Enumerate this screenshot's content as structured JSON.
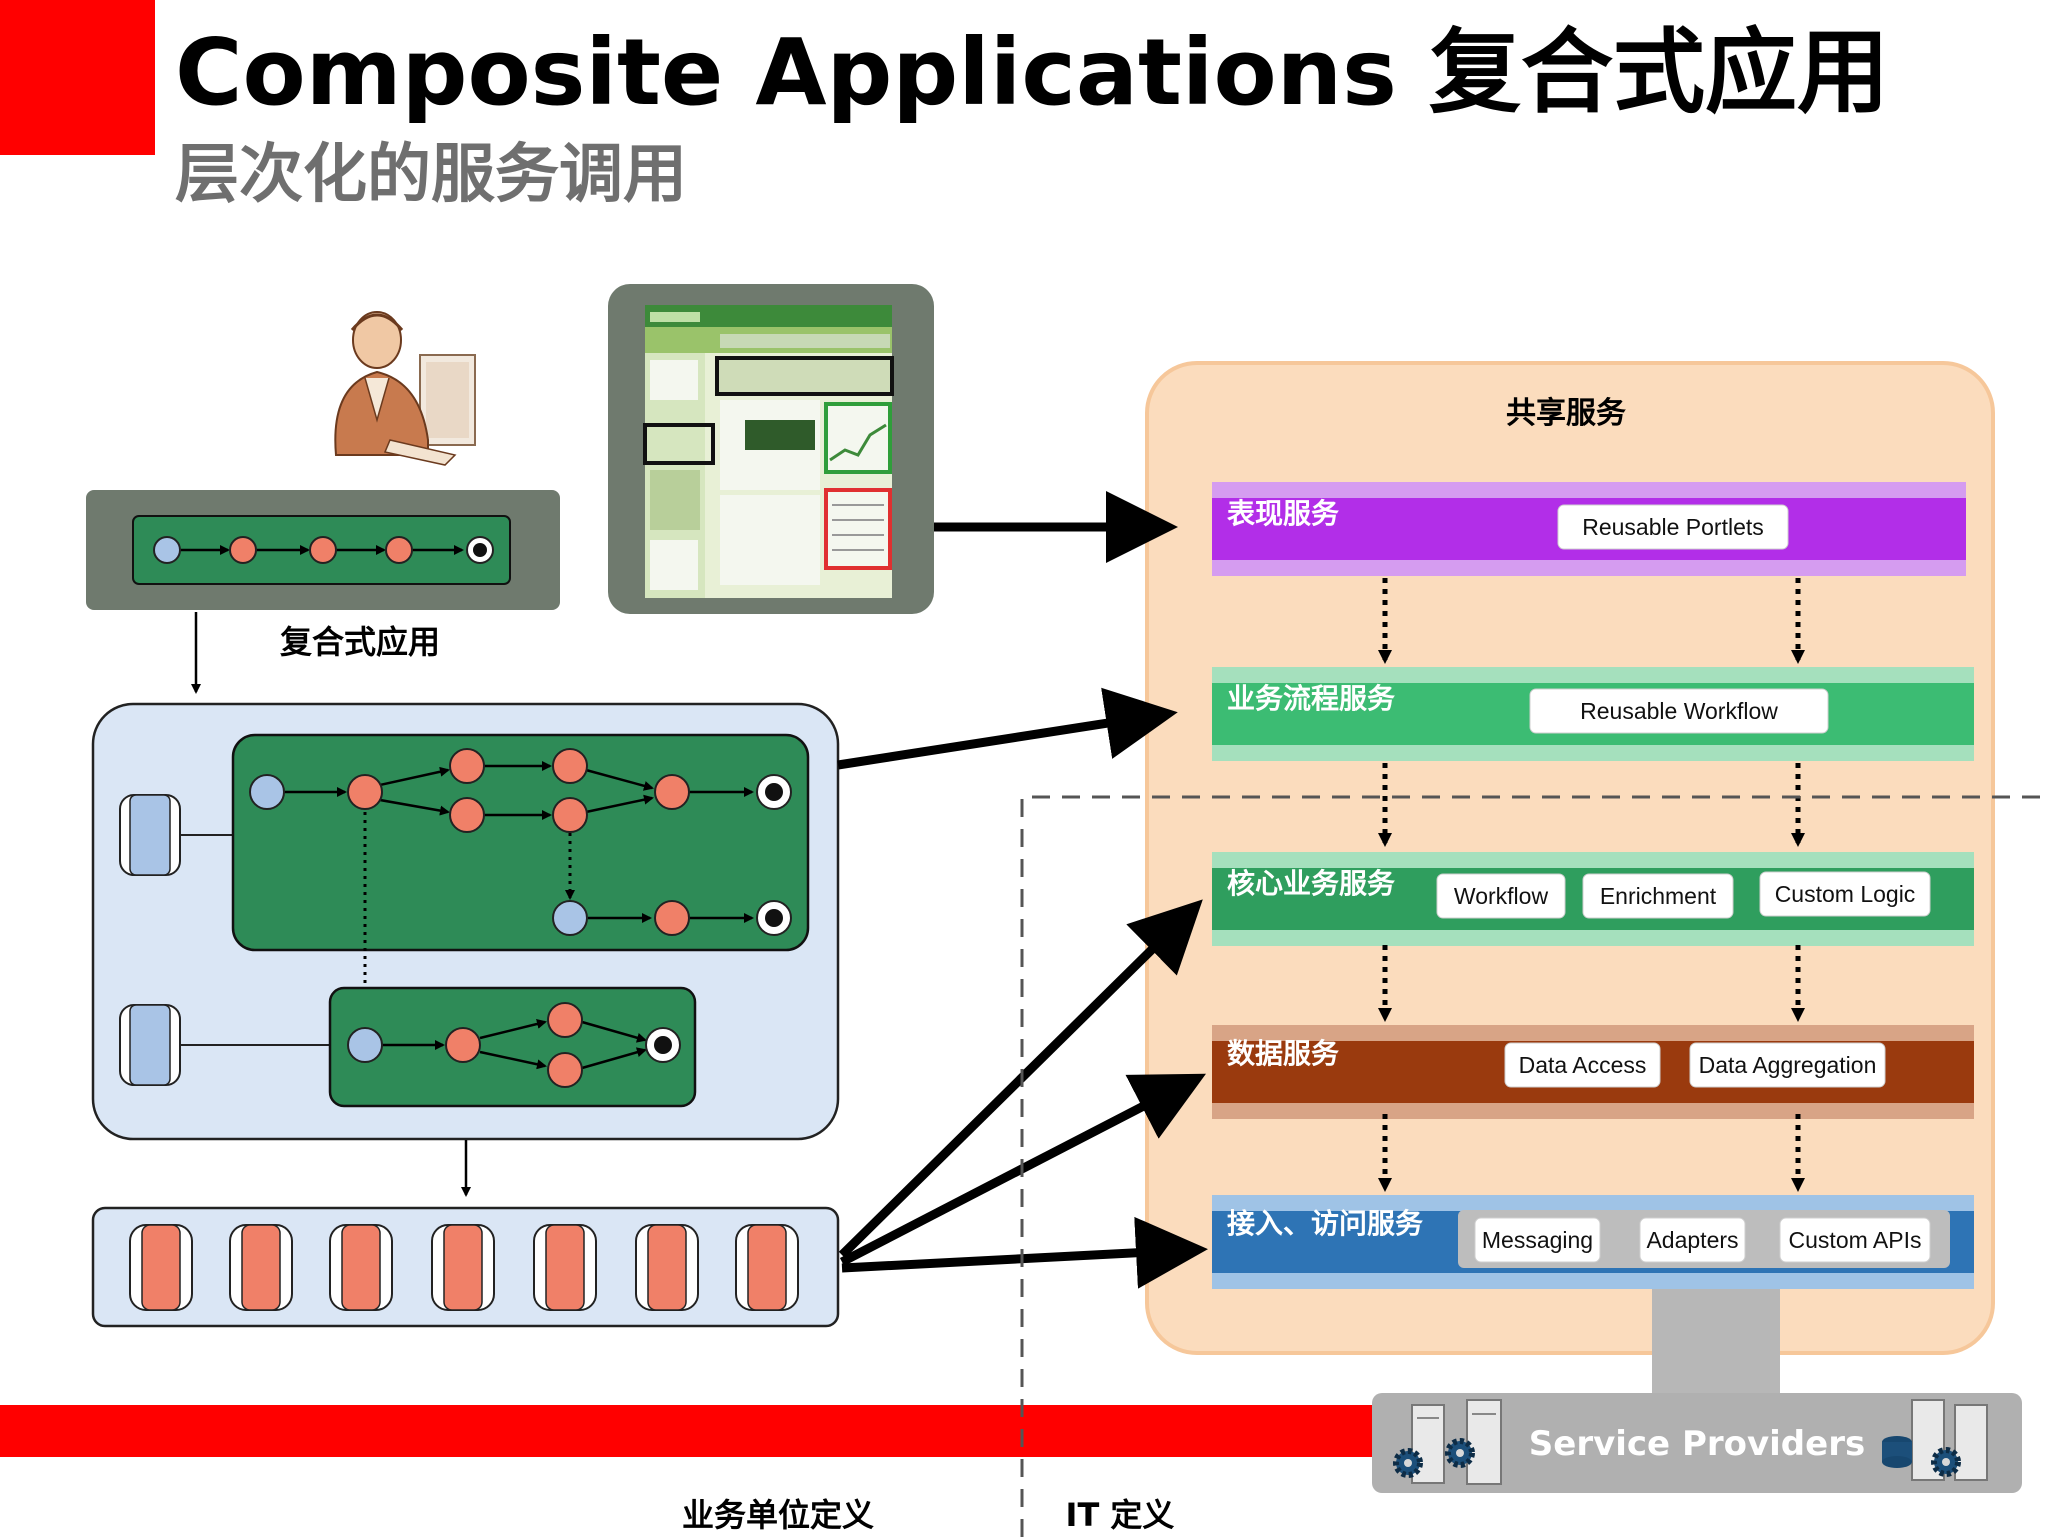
{
  "header": {
    "title": "Composite Applications 复合式应用",
    "subtitle": "层次化的服务调用"
  },
  "composite_app_label": "复合式应用",
  "shared_services": {
    "title": "共享服务",
    "layers": [
      {
        "name": "表现服务",
        "color": "#b22ee8",
        "band": "#d59cf0",
        "items": [
          "Reusable Portlets"
        ]
      },
      {
        "name": "业务流程服务",
        "color": "#3cbc73",
        "band": "#a5e0bd",
        "items": [
          "Reusable Workflow"
        ]
      },
      {
        "name": "核心业务服务",
        "color": "#2f9e5e",
        "band": "#a5e0bd",
        "items": [
          "Workflow",
          "Enrichment",
          "Custom Logic"
        ]
      },
      {
        "name": "数据服务",
        "color": "#9a3a0e",
        "band": "#d8a486",
        "items": [
          "Data Access",
          "Data Aggregation"
        ]
      },
      {
        "name": "接入、访问服务",
        "color": "#2e74b5",
        "band": "#9fc3e6",
        "items": [
          "Messaging",
          "Adapters",
          "Custom APIs"
        ]
      }
    ]
  },
  "service_providers": "Service Providers",
  "footer": {
    "business_label": "业务单位定义",
    "it_label": "IT 定义"
  },
  "colors": {
    "accent_red": "#ff0000",
    "shared_bg": "#fbdcbd",
    "flow_green": "#2e8b57",
    "node_orange": "#f08068",
    "node_blue": "#a9c4e6",
    "container_blue": "#dae6f5"
  }
}
